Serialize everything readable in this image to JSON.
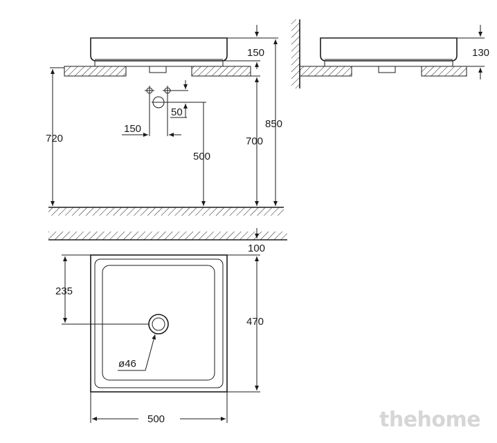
{
  "front_view": {
    "dim_bowl_height": "150",
    "dim_overall_height": "850",
    "dim_counter_height": "720",
    "dim_tap_height": "700",
    "dim_waste_height": "500",
    "dim_holes_spacing": "150",
    "dim_hole_offset": "50"
  },
  "side_view": {
    "dim_bowl_height": "130"
  },
  "plan_view": {
    "dim_wall_offset": "100",
    "dim_drain_offset": "235",
    "dim_depth": "470",
    "dim_width": "500",
    "dim_drain_diameter": "ø46"
  },
  "watermark": "thehome",
  "colors": {
    "line": "#1a1a1a",
    "watermark": "#d6d6d6"
  }
}
